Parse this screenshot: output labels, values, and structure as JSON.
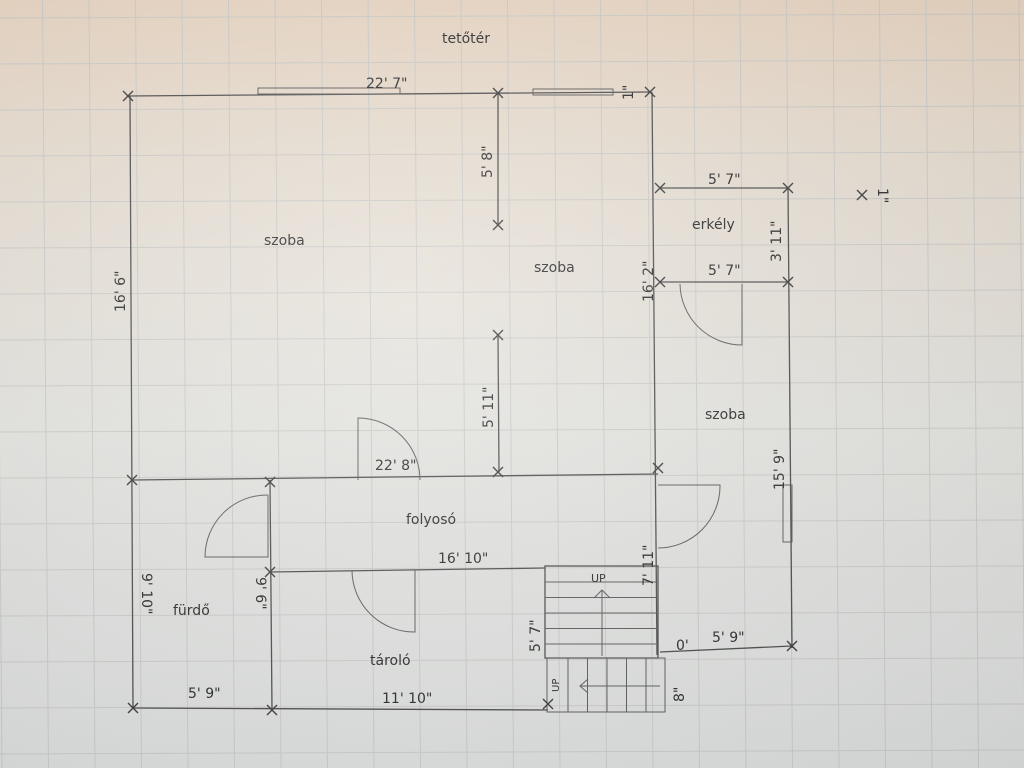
{
  "title": "tetőtér",
  "rooms": {
    "room_nw": "szoba",
    "room_center": "szoba",
    "room_east": "szoba",
    "balcony": "erkély",
    "corridor": "folyosó",
    "bathroom": "fürdő",
    "storage": "tároló"
  },
  "dimensions": {
    "top_wall": "22' 7\"",
    "top_corner": "1\"",
    "partition_upper": "5' 8\"",
    "balcony_top": "5' 7\"",
    "balcony_bottom": "5' 7\"",
    "balcony_side": "3' 11\"",
    "stray_marker": "1\"",
    "center_right_wall": "16' 2\"",
    "left_wall": "16' 6\"",
    "partition_lower": "5' 11\"",
    "corridor_top": "22' 8\"",
    "east_wall": "15' 9\"",
    "corridor_bottom": "16' 10\"",
    "stair_side": "7' 11\"",
    "bath_left": "9' 10\"",
    "bath_right": "9' 6\"",
    "stair_left": "5' 7\"",
    "zero": "0'",
    "east_bottom": "5' 9\"",
    "small_step": "8\"",
    "bath_bottom": "5' 9\"",
    "storage_bottom": "11' 10\""
  },
  "stairs": {
    "upper_label": "UP",
    "lower_label": "UP"
  }
}
